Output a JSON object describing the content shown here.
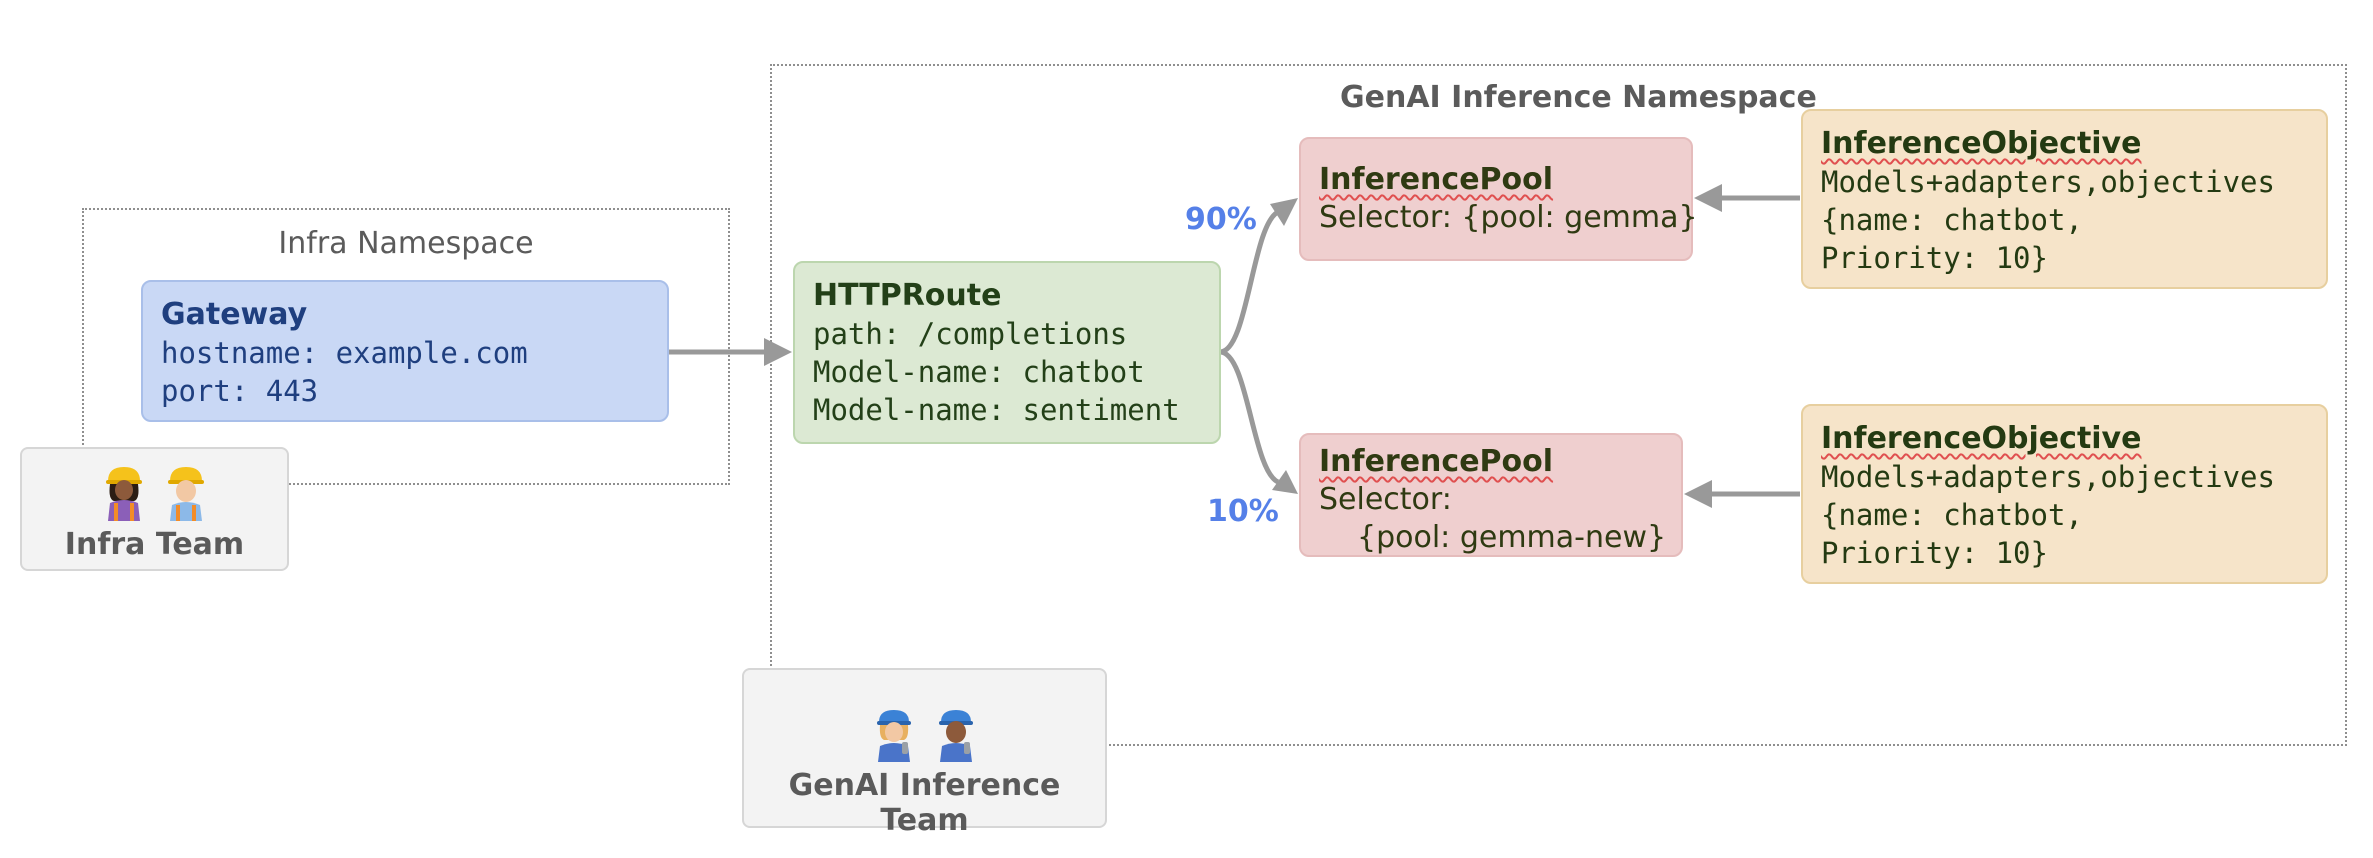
{
  "infra_namespace": {
    "title": "Infra Namespace"
  },
  "genai_namespace": {
    "title": "GenAI Inference Namespace"
  },
  "gateway": {
    "title": "Gateway",
    "lines": [
      "hostname: example.com",
      "port: 443"
    ]
  },
  "http_route": {
    "title": "HTTPRoute",
    "lines": [
      "path: /completions",
      "Model-name: chatbot",
      "Model-name: sentiment"
    ]
  },
  "pools": [
    {
      "title": "InferencePool",
      "lines": [
        "Selector: {pool: gemma}"
      ]
    },
    {
      "title": "InferencePool",
      "lines": [
        "Selector:",
        "{pool: gemma-new}"
      ]
    }
  ],
  "objectives": [
    {
      "title": "InferenceObjective",
      "lines": [
        "Models+adapters,objectives",
        "{name: chatbot,",
        "Priority: 10}"
      ]
    },
    {
      "title": "InferenceObjective",
      "lines": [
        "Models+adapters,objectives",
        "{name: chatbot,",
        "Priority: 10}"
      ]
    }
  ],
  "weights": {
    "top": "90%",
    "bottom": "10%"
  },
  "teams": {
    "infra": {
      "label": "Infra Team",
      "icons": [
        "construction-worker-woman-icon",
        "construction-worker-man-icon"
      ]
    },
    "genai": {
      "label": "GenAI Inference Team",
      "icons": [
        "mechanic-woman-icon",
        "mechanic-man-icon"
      ]
    }
  },
  "colors": {
    "arrow": "#999999",
    "percent": "#5580e8",
    "gateway_fill": "#c9d8f5",
    "route_fill": "#dce9d3",
    "pool_fill": "#efcfcf",
    "objective_fill": "#f6e4c9"
  }
}
